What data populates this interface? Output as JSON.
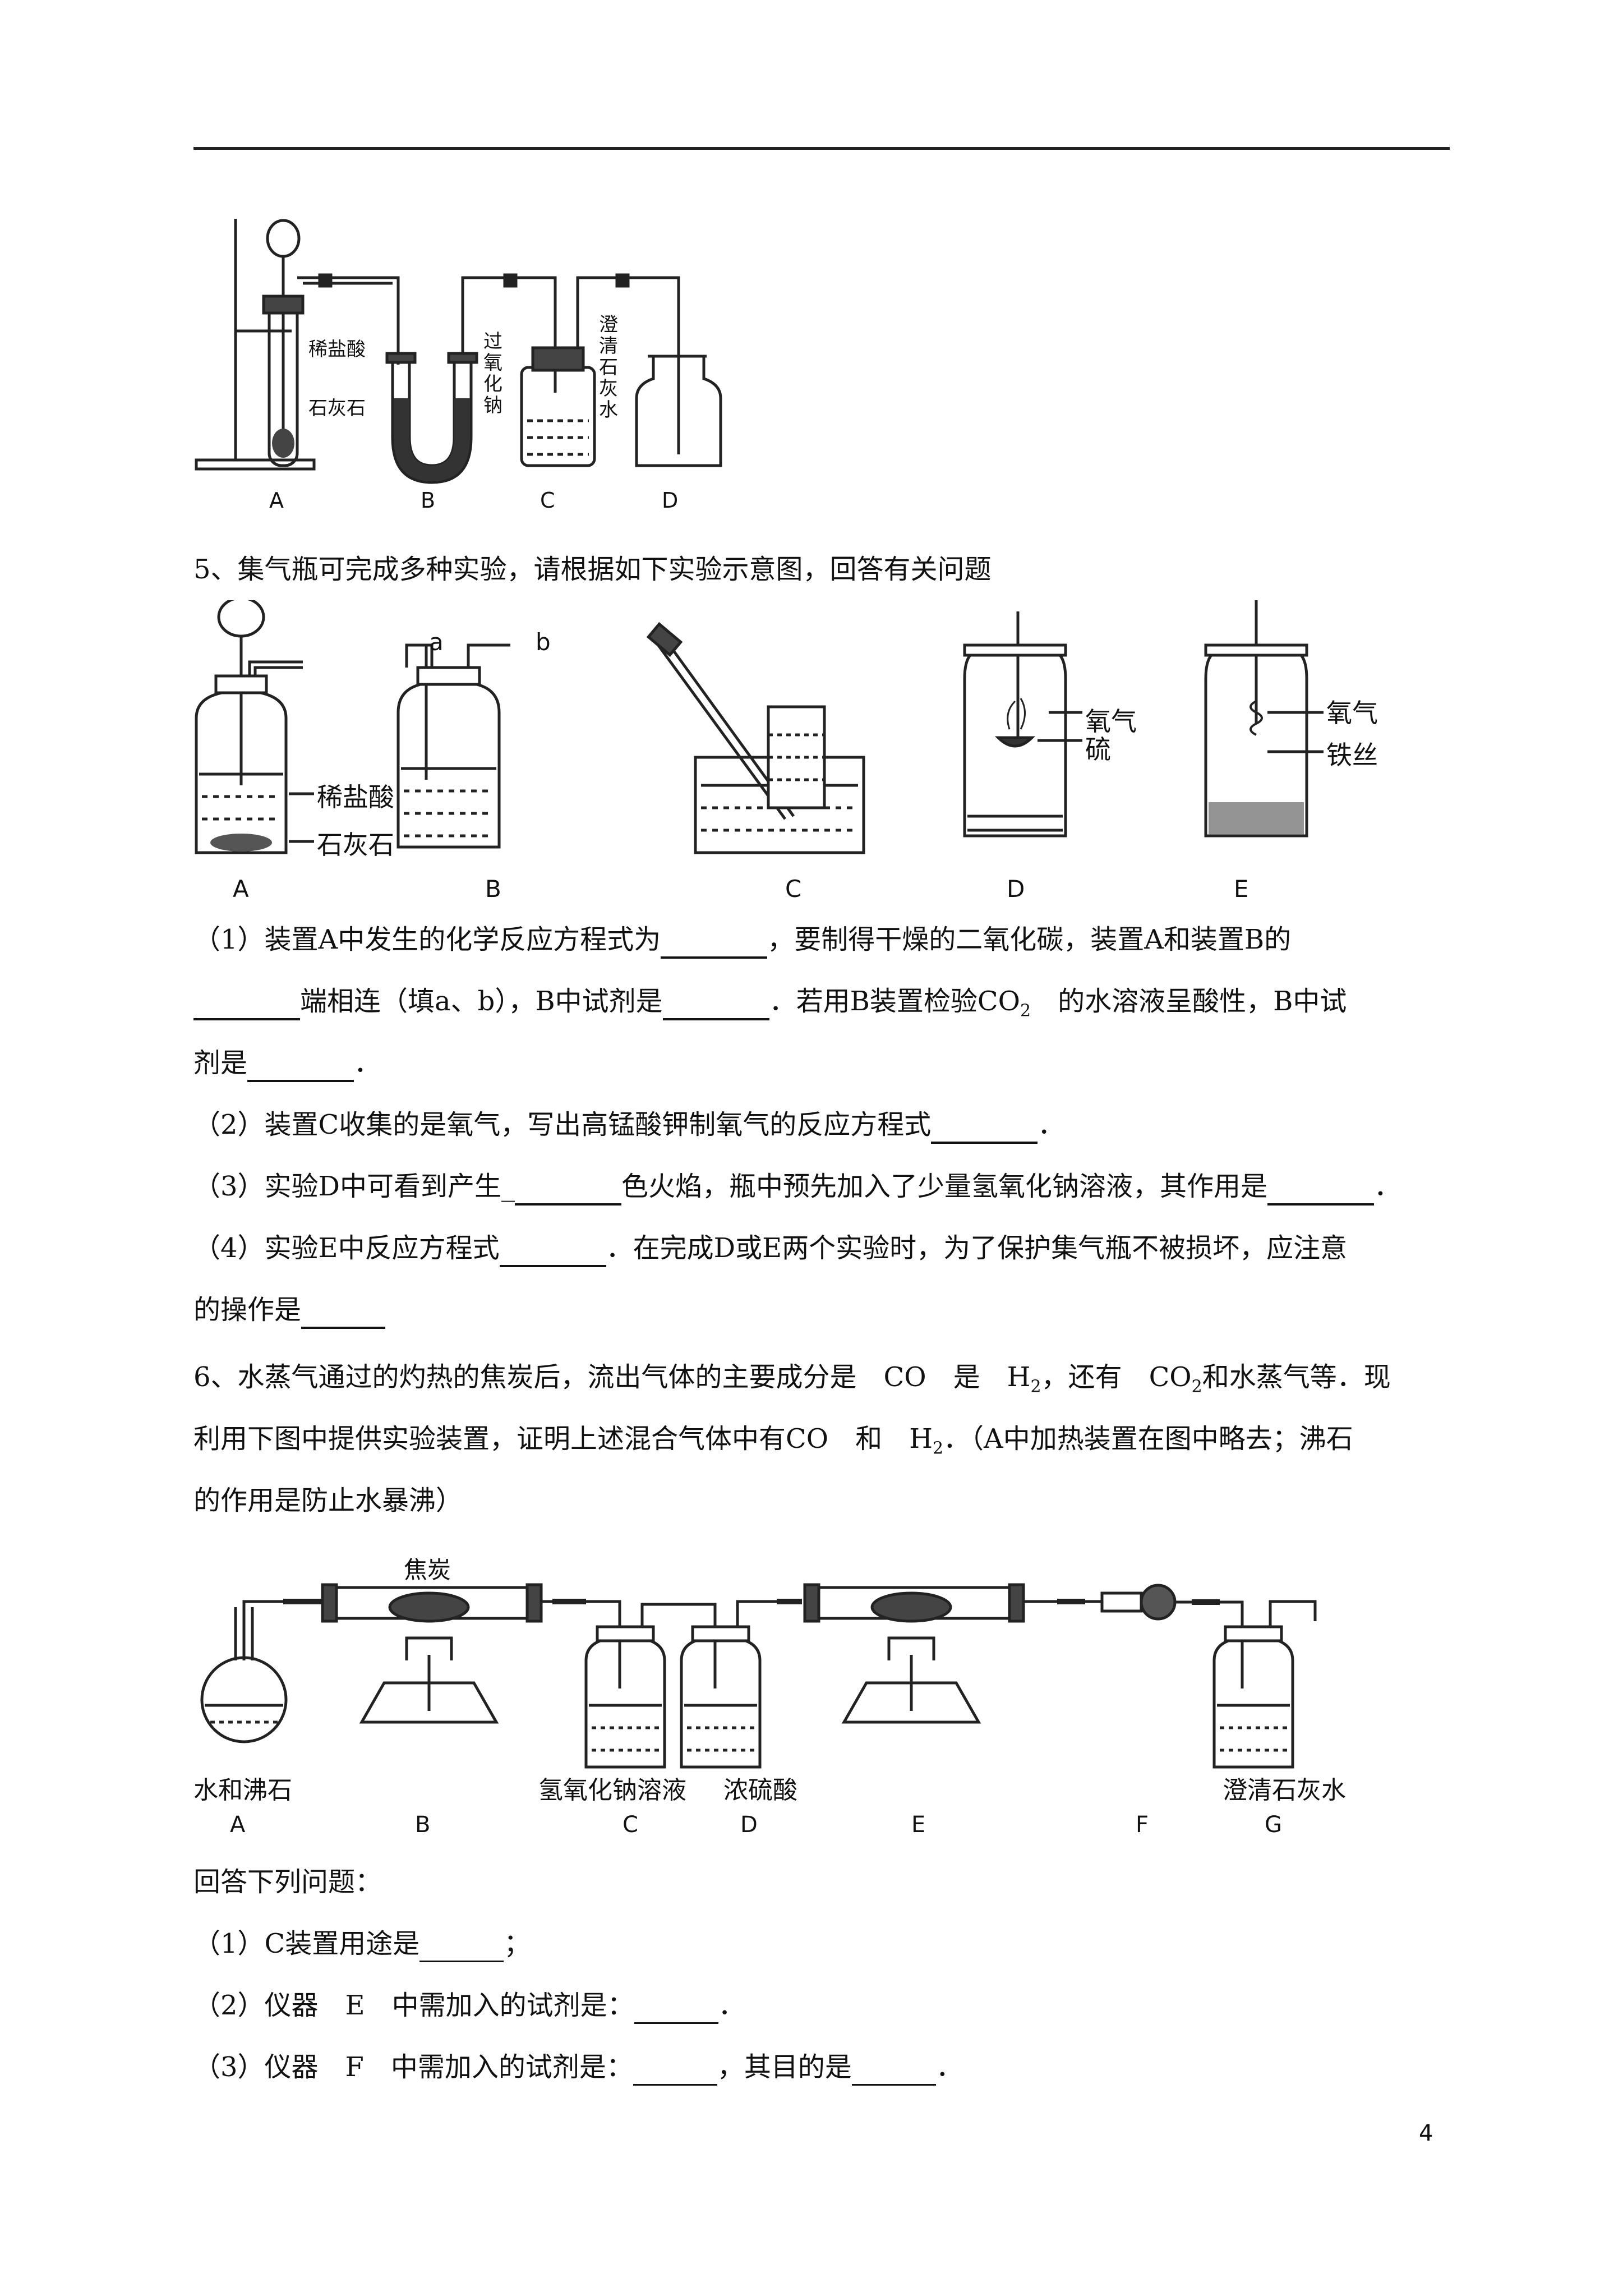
{
  "fig1": {
    "tube_label1": "稀盐酸",
    "tube_label2": "石灰石",
    "u_label": "过氧化钠",
    "c_label": "澄清石灰水",
    "letters": [
      "A",
      "B",
      "C",
      "D"
    ]
  },
  "q5": {
    "stem": "5、集气瓶可完成多种实验，请根据如下实验示意图，回答有关问题",
    "fig": {
      "a_label1": "稀盐酸",
      "a_label2": "石灰石",
      "b_a": "a",
      "b_b": "b",
      "d_label1": "氧气",
      "d_label2": "硫",
      "e_label1": "氧气",
      "e_label2": "铁丝",
      "letters": [
        "A",
        "B",
        "C",
        "D",
        "E"
      ]
    },
    "l1a": "（1）装置A中发生的化学反应方程式为",
    "l1b": "，要制得干燥的二氧化碳，装置A和装置B的",
    "l2a": "端相连（填a、b），B中试剂是",
    "l2b": "．若用B装置检验CO",
    "l2sub": "2",
    "l2c": "　的水溶液呈酸性，B中试",
    "l3a": "剂是",
    "l3b": "．",
    "l4a": "（2）装置C收集的是氧气，写出高锰酸钾制氧气的反应方程式",
    "l4b": "．",
    "l5a": "（3）实验D中可看到产生_",
    "l5b": "色火焰，瓶中预先加入了少量氢氧化钠溶液，其作用是",
    "l5c": "．",
    "l6a": "（4）实验E中反应方程式",
    "l6b": "．在完成D或E两个实验时，为了保护集气瓶不被损坏，应注意",
    "l7a": "的操作是"
  },
  "q6": {
    "l1a": "6、水蒸气通过的灼热的焦炭后，流出气体的主要成分是　CO　是　H",
    "l1sub": "2",
    "l1b": "，还有　CO",
    "l1sub2": "2",
    "l1c": "和水蒸气等．现",
    "l2a": "利用下图中提供实验装置，证明上述混合气体中有CO　和　H",
    "l2sub": "2",
    "l2b": "．（A中加热装置在图中略去；沸石",
    "l3": "的作用是防止水暴沸）",
    "fig": {
      "top_label": "焦炭",
      "a_label": "水和沸石",
      "c_label": "氢氧化钠溶液",
      "d_label": "浓硫酸",
      "g_label": "澄清石灰水",
      "letters": [
        "A",
        "B",
        "C",
        "D",
        "E",
        "F",
        "G"
      ]
    },
    "ask": "回答下列问题：",
    "s1a": "（1）C装置用途是",
    "s1b": "；",
    "s2a": "（2）仪器　E　中需加入的试剂是：",
    "s2b": "．",
    "s3a": "（3）仪器　F　中需加入的试剂是：",
    "s3b": "，其目的是",
    "s3c": "．"
  },
  "page_number": "4"
}
